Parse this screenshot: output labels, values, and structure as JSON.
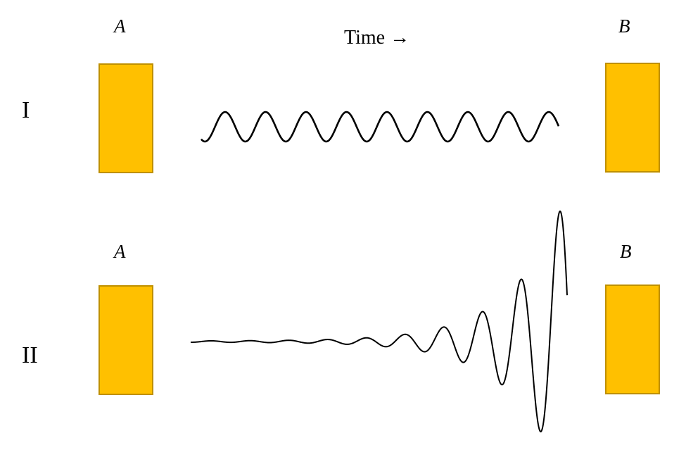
{
  "labels": {
    "time_axis": "Time →",
    "row_1": "I",
    "row_2": "II",
    "box_left": "A",
    "box_right": "B"
  },
  "colors": {
    "box_fill": "#FFC000",
    "box_border": "#BF9000",
    "wave": "#000000"
  },
  "waves": {
    "row_1": {
      "kind": "constant-amplitude sinusoid",
      "cycles": 9
    },
    "row_2": {
      "kind": "exponentially growing oscillation",
      "cycles": 10
    }
  }
}
